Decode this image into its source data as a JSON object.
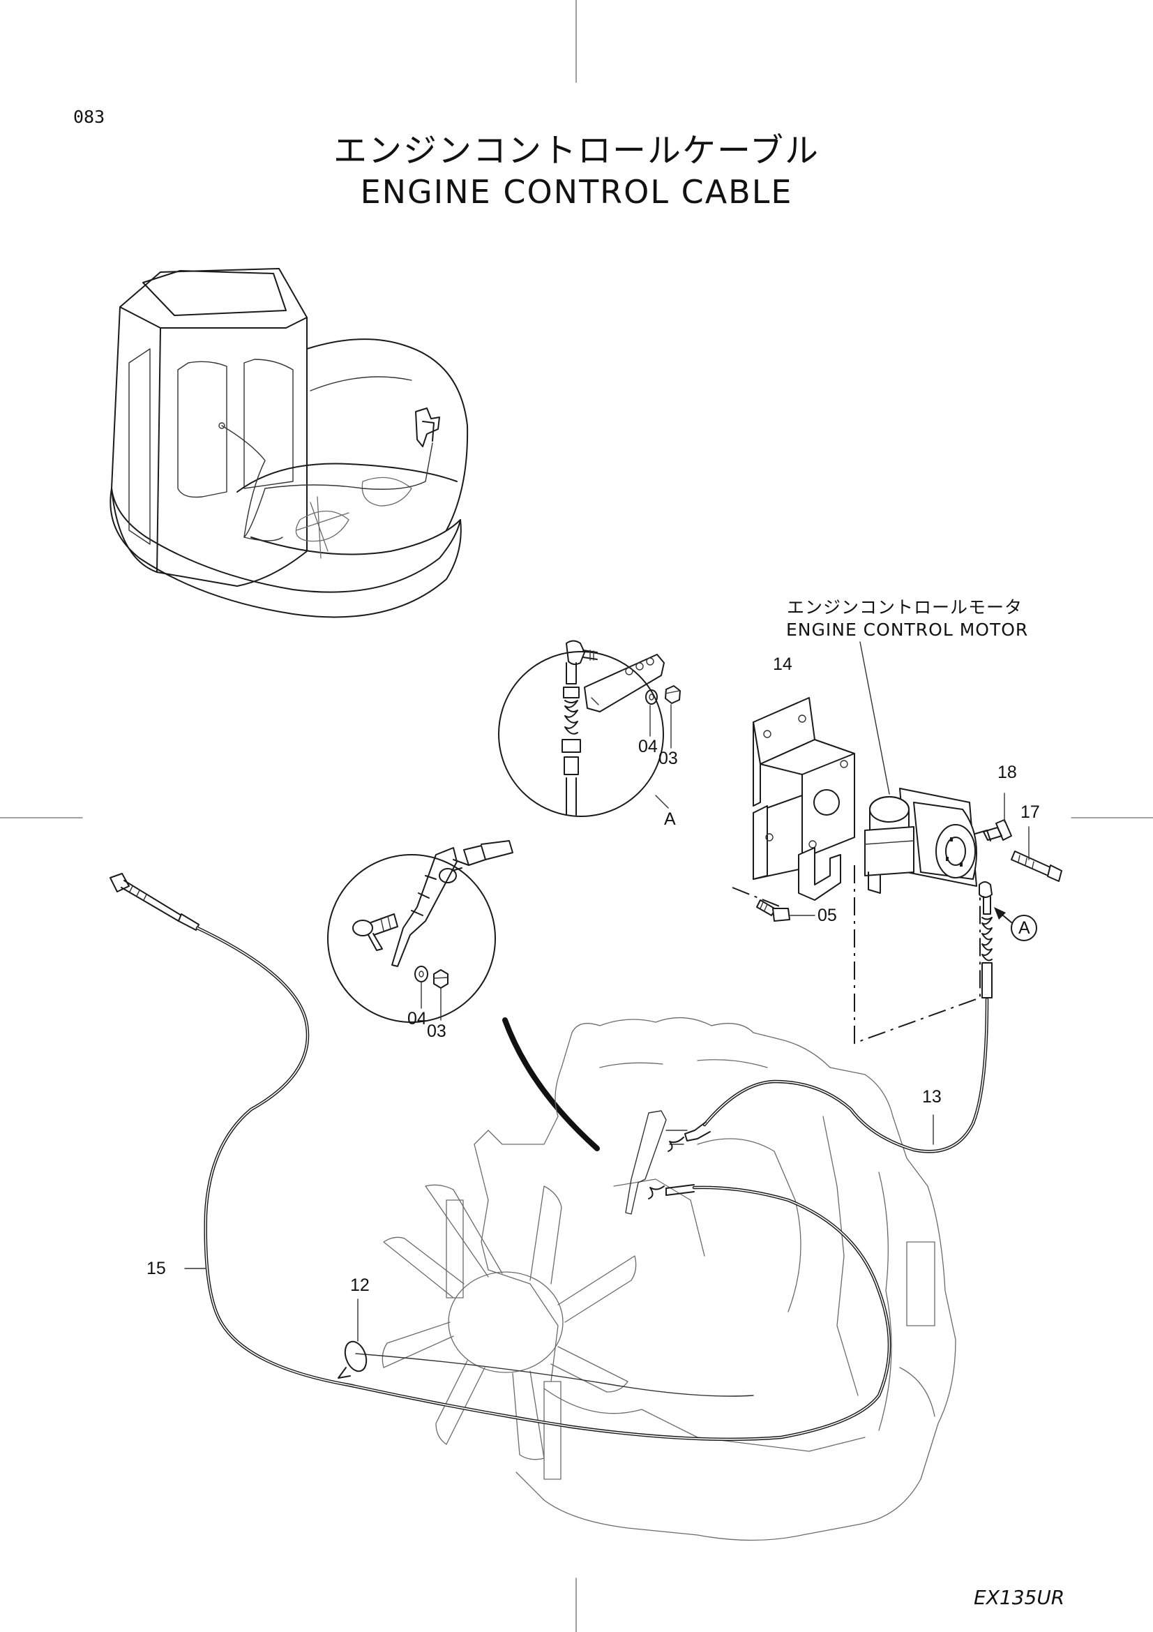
{
  "page_number": "083",
  "title": {
    "japanese": "エンジンコントロールケーブル",
    "english": "ENGINE CONTROL CABLE"
  },
  "motor_label": {
    "japanese": "エンジンコントロールモータ",
    "english": "ENGINE CONTROL MOTOR"
  },
  "model_code": "EX135UR",
  "callouts": {
    "detail_a_label": "A",
    "detail_a_ref": "A",
    "parts": [
      {
        "id": "03",
        "label": "03"
      },
      {
        "id": "03b",
        "label": "03"
      },
      {
        "id": "04",
        "label": "04"
      },
      {
        "id": "04b",
        "label": "04"
      },
      {
        "id": "05",
        "label": "05"
      },
      {
        "id": "12",
        "label": "12"
      },
      {
        "id": "13",
        "label": "13"
      },
      {
        "id": "14",
        "label": "14"
      },
      {
        "id": "15",
        "label": "15"
      },
      {
        "id": "17",
        "label": "17"
      },
      {
        "id": "18",
        "label": "18"
      }
    ]
  }
}
